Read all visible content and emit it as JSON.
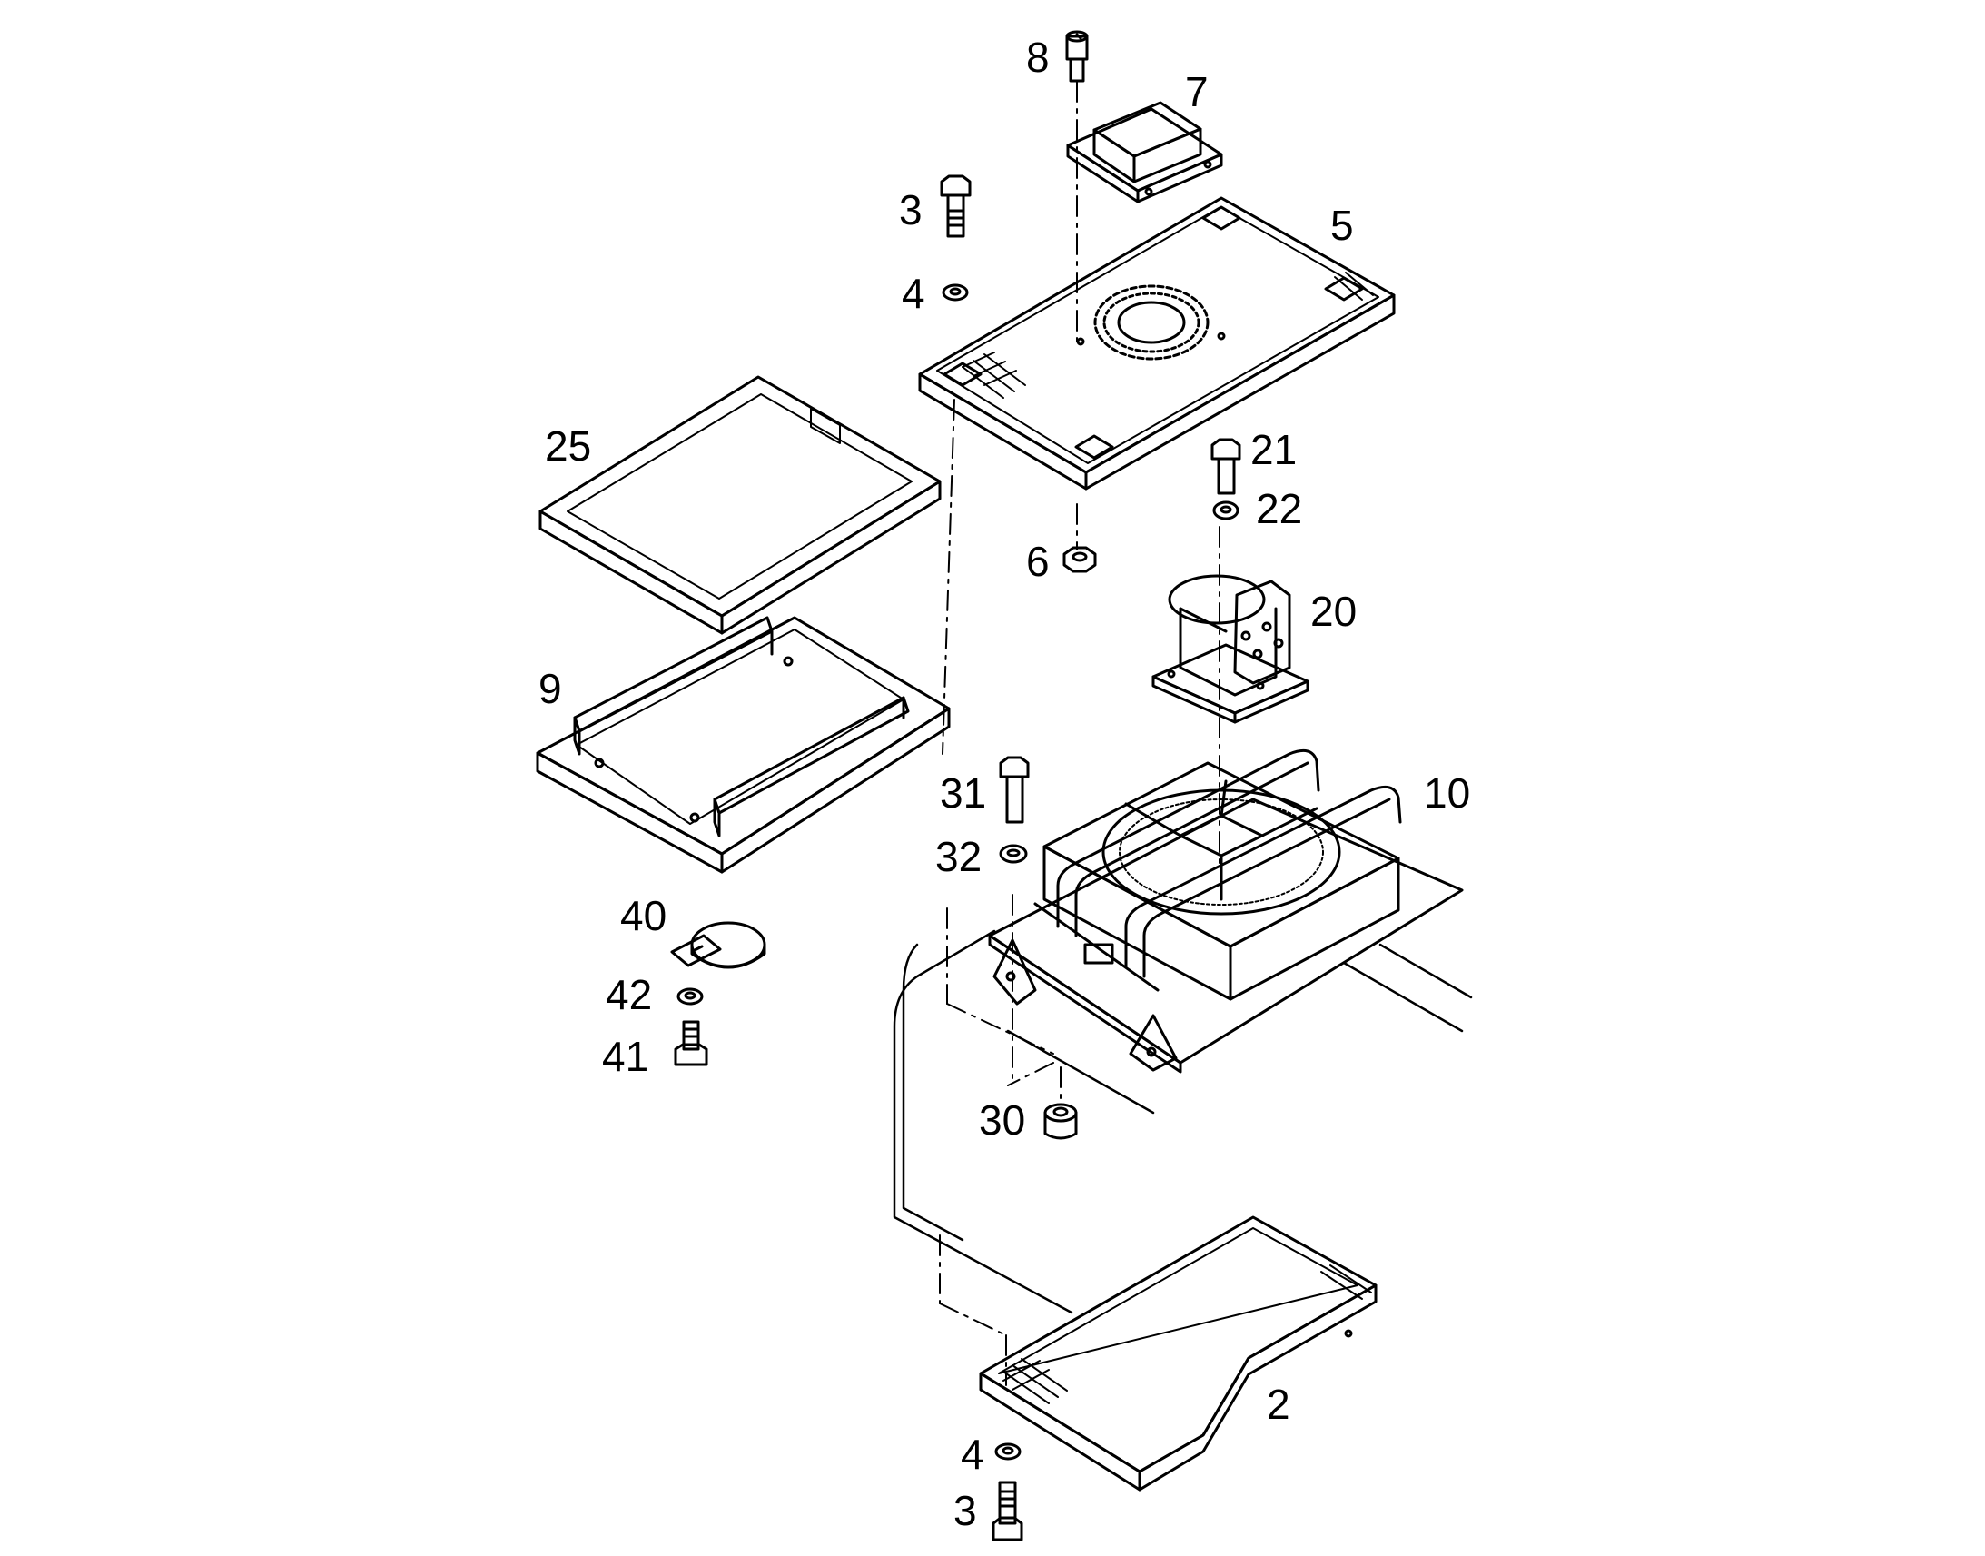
{
  "diagram": {
    "line_color": "#000000",
    "background": "#ffffff",
    "callouts": {
      "c8": "8",
      "c7": "7",
      "c3_top": "3",
      "c5": "5",
      "c4_top": "4",
      "c25": "25",
      "c21": "21",
      "c22": "22",
      "c6": "6",
      "c20": "20",
      "c9": "9",
      "c31": "31",
      "c10": "10",
      "c32": "32",
      "c40": "40",
      "c42": "42",
      "c41": "41",
      "c30": "30",
      "c2": "2",
      "c4_bottom": "4",
      "c3_bottom": "3"
    }
  }
}
